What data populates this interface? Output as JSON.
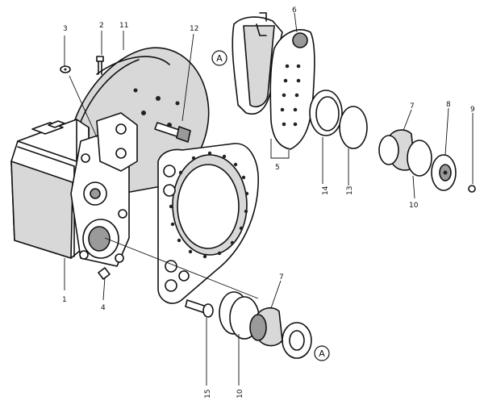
{
  "labels": {
    "p1": "1",
    "p2": "2",
    "p3": "3",
    "p4": "4",
    "p5": "5",
    "p6": "6",
    "p7a": "7",
    "p7b": "7",
    "p8": "8",
    "p9": "9",
    "p10a": "10",
    "p10b": "10",
    "p11": "11",
    "p12": "12",
    "p13": "13",
    "p14": "14",
    "p15": "15"
  },
  "markers": {
    "a_top": "A",
    "a_bottom": "A"
  }
}
